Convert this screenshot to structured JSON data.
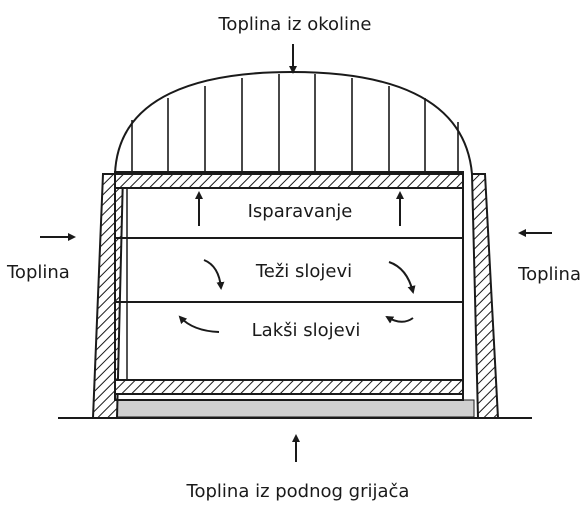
{
  "labels": {
    "top": "Toplina iz okoline",
    "left": "Toplina",
    "right": "Toplina",
    "evaporation": "Isparavanje",
    "heavy_layers": "Teži slojevi",
    "light_layers": "Lakši slojevi",
    "bottom": "Toplina iz podnog grijača"
  },
  "colors": {
    "ink": "#1a1a1a",
    "floor": "#d0d0d0",
    "background": "#ffffff"
  }
}
